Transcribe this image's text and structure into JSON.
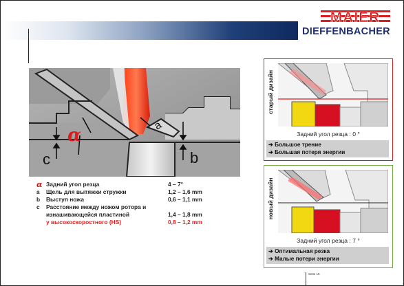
{
  "brand": {
    "logo_top": "MAIER",
    "logo_bottom": "DIEFFENBACHER",
    "colors": {
      "red": "#d81e1e",
      "navy": "#1e2f6b",
      "blue_bar": "#0e2a5e"
    }
  },
  "diagram": {
    "alpha": "α",
    "label_c": "c",
    "label_b": "b",
    "label_a": "a"
  },
  "legend": [
    {
      "symbol": "α",
      "label": "Задний угол резца",
      "value": "4 – 7°",
      "color": "default"
    },
    {
      "symbol": "a",
      "label": "Щель для вытяжки стружки",
      "value": "1,2 – 1,6 mm",
      "color": "default"
    },
    {
      "symbol": "b",
      "label": "Выступ ножа",
      "value": "0,6 – 1,1 mm",
      "color": "default"
    },
    {
      "symbol": "c",
      "label": "Расстояние между ножом ротора и",
      "value": "",
      "color": "default"
    },
    {
      "symbol": "",
      "label": "изнашивающейся пластиной",
      "value": "1,4 – 1,8 mm",
      "color": "default"
    },
    {
      "symbol": "",
      "label": "у высокоскоростного (HS)",
      "value": "0,8 – 1,2 mm",
      "color": "red"
    }
  ],
  "old_design": {
    "title": "старый дизайн",
    "caption": "Задний угол резца : 0 °",
    "bullets": [
      "➔ Большое трение",
      "➔ Большая потеря энергии"
    ],
    "border_color": "#d42020"
  },
  "new_design": {
    "title": "новый дизайн",
    "caption": "Задний угол резца : 7 °",
    "bullets": [
      "➔ Оптимальная резка",
      "➔ Малые потери энергии"
    ],
    "border_color": "#6fae3e"
  },
  "footer": {
    "page": "Seite 15"
  }
}
